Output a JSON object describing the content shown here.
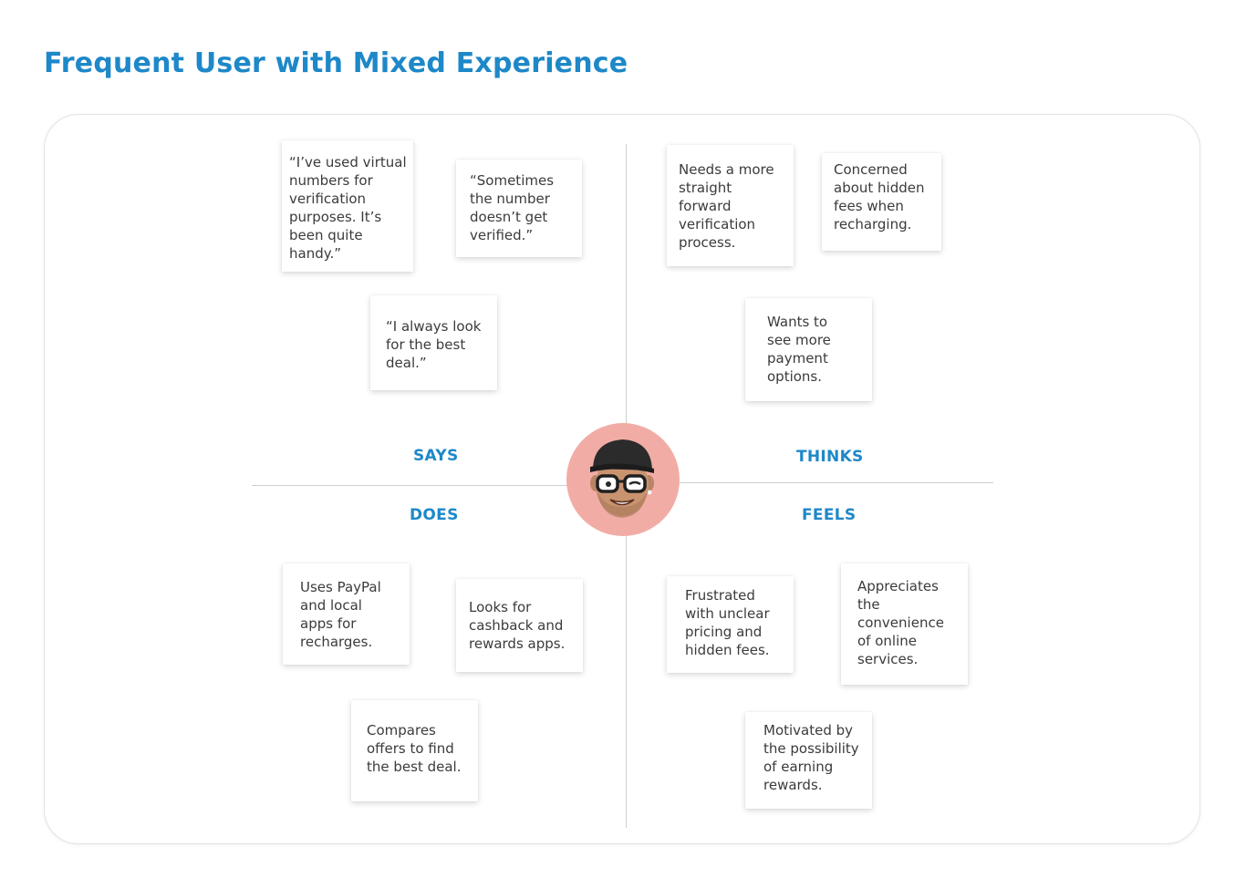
{
  "title": "Frequent User with Mixed Experience",
  "quadrants": {
    "says": {
      "label": "SAYS",
      "notes": [
        "“I’ve used virtual numbers for verification purposes. It’s been quite handy.”",
        "“Sometimes the number doesn’t get verified.”",
        "“I always look for the best deal.”"
      ]
    },
    "thinks": {
      "label": "THINKS",
      "notes": [
        "Needs a more straight forward verification process.",
        "Concerned about hidden fees when recharging.",
        "Wants to see more payment options."
      ]
    },
    "does": {
      "label": "DOES",
      "notes": [
        "Uses PayPal and local apps for recharges.",
        "Looks for cashback and rewards apps.",
        "Compares offers to find the best deal."
      ]
    },
    "feels": {
      "label": "FEELS",
      "notes": [
        "Frustrated with unclear pricing and hidden fees.",
        "Appreciates the convenience of online services.",
        "Motivated by the possibility of earning rewards."
      ]
    }
  },
  "avatar": {
    "icon": "user-avatar-icon",
    "background": "#f2aca6"
  },
  "colors": {
    "accent": "#1e88c8",
    "text": "#3b3b3b",
    "divider": "#cfcfcf"
  }
}
